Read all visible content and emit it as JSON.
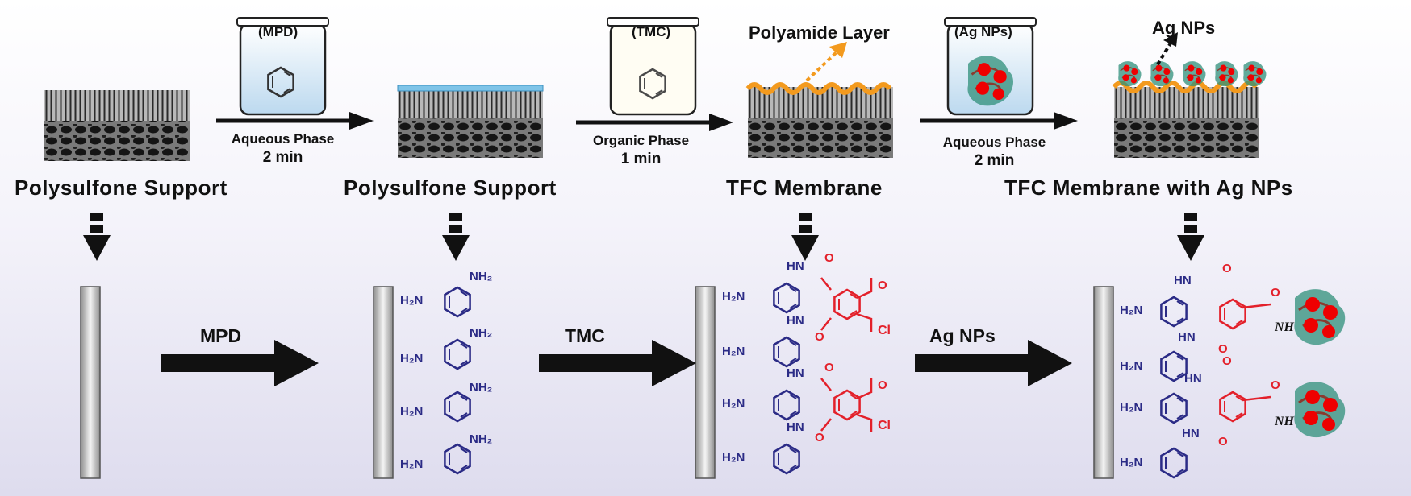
{
  "top_labels": {
    "support1": "Polysulfone Support",
    "support2": "Polysulfone Support",
    "tfc": "TFC Membrane",
    "tfc_ag": "TFC Membrane with Ag NPs",
    "polyamide_layer": "Polyamide Layer",
    "ag_nps_callout": "Ag NPs"
  },
  "beakers": [
    {
      "label": "(MPD)"
    },
    {
      "label": "(TMC)"
    },
    {
      "label": "(Ag NPs)"
    }
  ],
  "steps": [
    {
      "phase": "Aqueous Phase",
      "time": "2 min"
    },
    {
      "phase": "Organic Phase",
      "time": "1 min"
    },
    {
      "phase": "Aqueous Phase",
      "time": "2 min"
    }
  ],
  "bottom_arrows": [
    {
      "label": "MPD"
    },
    {
      "label": "TMC"
    },
    {
      "label": "Ag NPs"
    }
  ],
  "chem": {
    "nh2": "NH₂",
    "h2n": "H₂N",
    "hn": "HN",
    "cl": "Cl",
    "o": "O",
    "nh": "NH"
  },
  "colors": {
    "amine_blue": "#2b2b86",
    "acyl_red": "#e3202a",
    "polyamide_orange": "#f39a1e",
    "arrow_black": "#111111"
  }
}
